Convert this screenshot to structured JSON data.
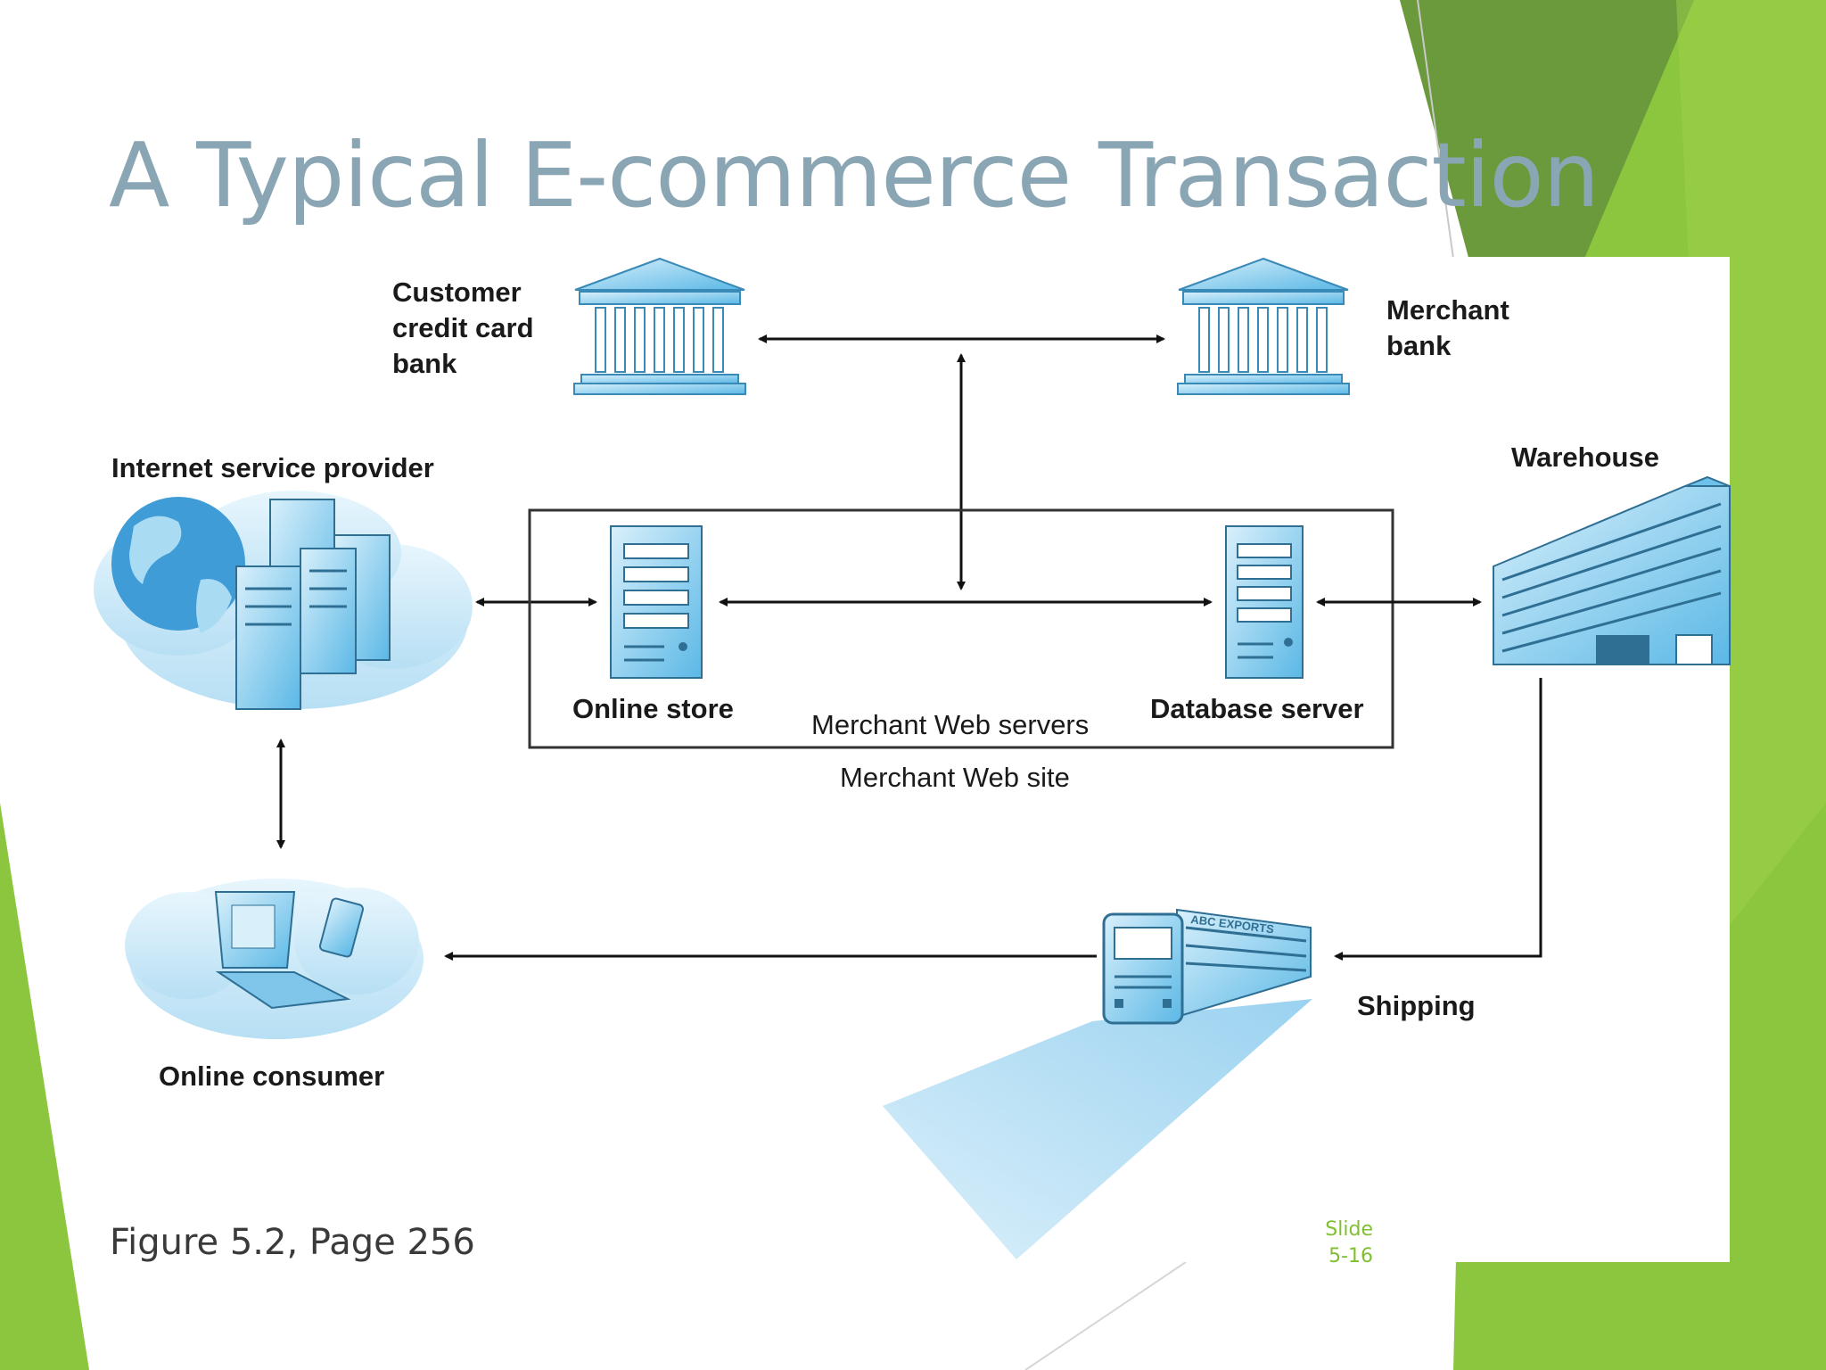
{
  "slide": {
    "title": "A Typical E-commerce Transaction",
    "caption": "Figure 5.2, Page 256",
    "slide_number_label": "Slide",
    "slide_number_value": "5-16",
    "accent_colors": {
      "title": "#8aa6b4",
      "green_light": "#8cc63f",
      "green_dark": "#6b9a3c",
      "icon_blue": "#5bb8e6"
    }
  },
  "diagram": {
    "labels": {
      "customer_bank": [
        "Customer",
        "credit card",
        "bank"
      ],
      "merchant_bank": [
        "Merchant",
        "bank"
      ],
      "isp": "Internet service provider",
      "warehouse": "Warehouse",
      "online_store": "Online store",
      "database_server": "Database server",
      "merchant_web_servers": "Merchant Web servers",
      "merchant_web_site": "Merchant Web site",
      "shipping": "Shipping",
      "online_consumer": "Online consumer",
      "truck_text": "ABC EXPORTS"
    },
    "icons": [
      "bank-icon",
      "globe-icon",
      "server-icon",
      "warehouse-icon",
      "truck-icon",
      "laptop-icon",
      "phone-icon"
    ]
  }
}
